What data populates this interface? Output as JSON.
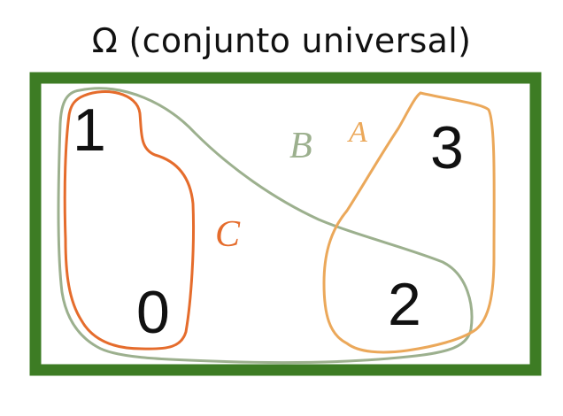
{
  "title": "Ω (conjunto universal)",
  "colors": {
    "universe": "#3d7c24",
    "set_a": "#eba85a",
    "set_b": "#9cb08e",
    "set_c": "#e56c2c",
    "text": "#111111"
  },
  "sets": {
    "a": {
      "label": "A"
    },
    "b": {
      "label": "B"
    },
    "c": {
      "label": "C"
    }
  },
  "elements": {
    "e1": "1",
    "e0": "0",
    "e3": "3",
    "e2": "2"
  }
}
